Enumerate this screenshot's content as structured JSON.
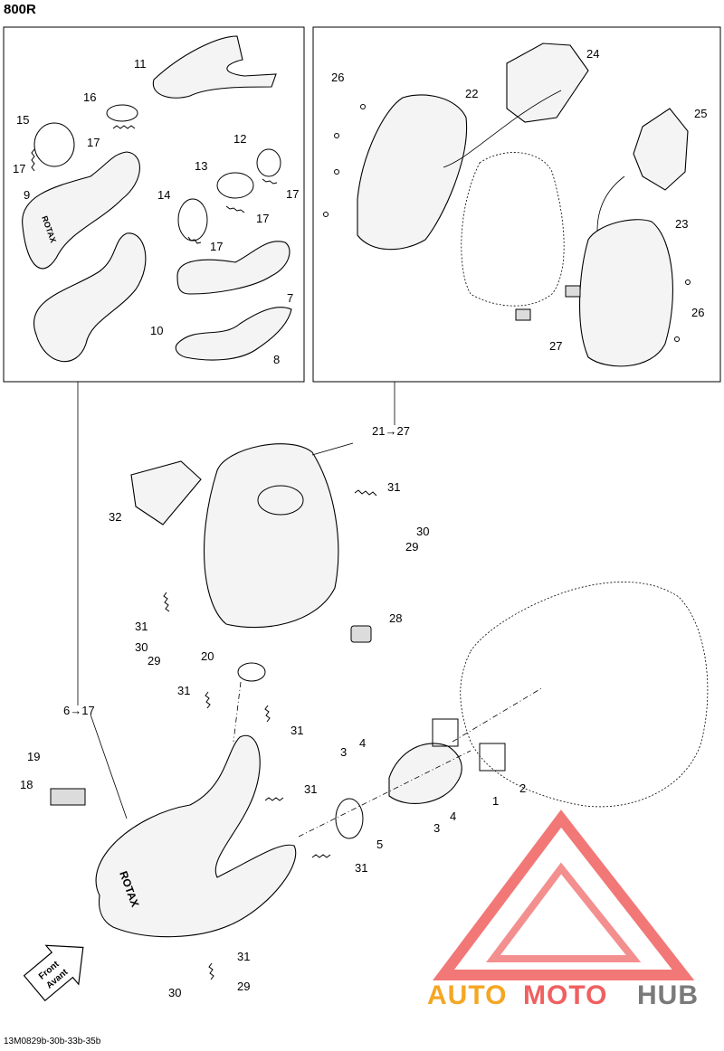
{
  "header": {
    "model": "800R"
  },
  "footer": {
    "code": "13M0829b-30b-33b-35b"
  },
  "labels": {
    "l1": "1",
    "l2": "2",
    "l3a": "3",
    "l3b": "3",
    "l4a": "4",
    "l4b": "4",
    "l5": "5",
    "l6_17": "6→17",
    "l7": "7",
    "l8": "8",
    "l9": "9",
    "l10": "10",
    "l11": "11",
    "l12": "12",
    "l13": "13",
    "l14": "14",
    "l15": "15",
    "l16": "16",
    "l17a": "17",
    "l17b": "17",
    "l17c": "17",
    "l17d": "17",
    "l17e": "17",
    "l18": "18",
    "l19": "19",
    "l20": "20",
    "l21_27": "21→27",
    "l22": "22",
    "l23": "23",
    "l24": "24",
    "l25": "25",
    "l26a": "26",
    "l26b": "26",
    "l27": "27",
    "l28": "28",
    "l29a": "29",
    "l29b": "29",
    "l29c": "29",
    "l30a": "30",
    "l30b": "30",
    "l30c": "30",
    "l31a": "31",
    "l31b": "31",
    "l31c": "31",
    "l31d": "31",
    "l31e": "31",
    "l31f": "31",
    "l31g": "31",
    "l32": "32"
  },
  "stamp": {
    "line1": "Front",
    "line2": "Avant"
  },
  "brand": {
    "auto": "AUTO",
    "moto": "MOTO",
    "hub": "HUB"
  },
  "muffler_mark": "ROTAX",
  "colors": {
    "logo_red": "#f06060",
    "logo_orange": "#f5a623",
    "logo_gray": "#7a7a7a"
  }
}
